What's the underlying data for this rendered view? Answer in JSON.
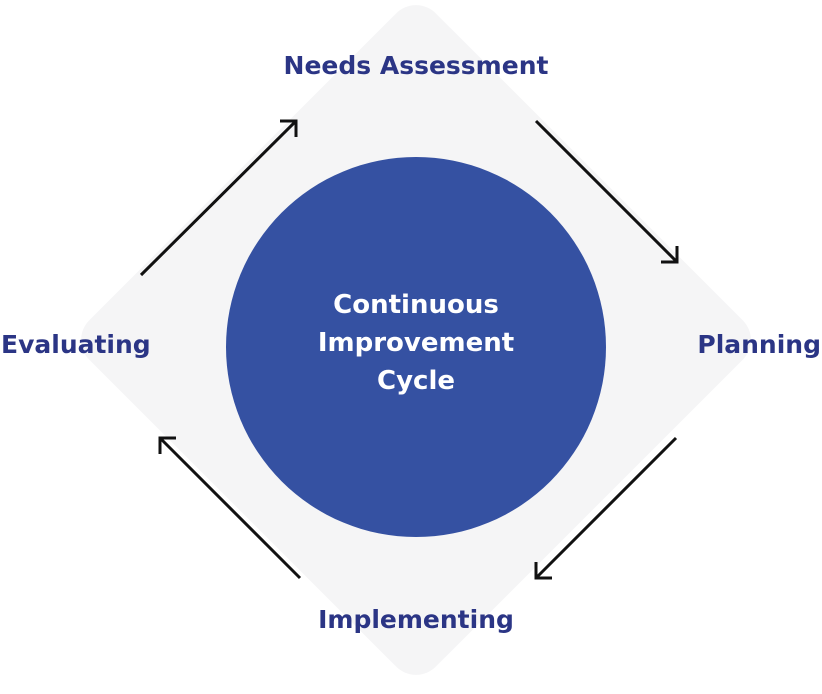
{
  "center": {
    "lines": [
      "Continuous",
      "Improvement",
      "Cycle"
    ]
  },
  "stages": {
    "top": "Needs Assessment",
    "right": "Planning",
    "bottom": "Implementing",
    "left": "Evaluating"
  },
  "colors": {
    "circle": "#3551a2",
    "label": "#2b3585",
    "diamond": "#f5f5f6",
    "arrow": "#111111"
  },
  "icons": {
    "arrows": [
      "arrow-icon",
      "arrow-icon",
      "arrow-icon",
      "arrow-icon"
    ]
  }
}
